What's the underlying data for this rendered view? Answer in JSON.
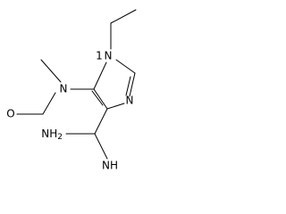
{
  "atoms": {
    "n_ethyl": "N",
    "n_ring": "N",
    "n_methyl": "N",
    "o_formyl": "O",
    "nh2": "NH",
    "nh2_subscript": "2",
    "nh_imine": "NH"
  },
  "numbering": {
    "n1_locant": "1"
  }
}
